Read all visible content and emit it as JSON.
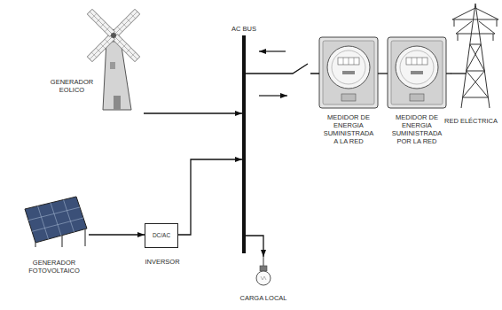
{
  "diagram": {
    "nodes": [
      {
        "text": [
          "GENERADOR EOLICO"
        ]
      },
      {
        "text": [
          "GENERADOR FOTOVOLTAICO"
        ]
      },
      {
        "text": [
          "DC/AC",
          "INVERSOR"
        ]
      },
      {
        "text": [
          "AC BUS"
        ]
      },
      {
        "text": [
          "MEDIDOR DE ENERGIA SUMINISTRADA A LA RED"
        ]
      },
      {
        "text": [
          "MEDIDOR DE ENERGIA SUMINISTRADA POR LA RED"
        ]
      },
      {
        "text": [
          "RED ELÉCTRICA"
        ]
      },
      {
        "text": [
          "CARGA LOCAL"
        ]
      }
    ],
    "edges": [
      {
        "from": 0,
        "to": 3,
        "arrow": "to"
      },
      {
        "from": 1,
        "to": 2,
        "arrow": "to"
      },
      {
        "from": 2,
        "to": 3,
        "arrow": "to"
      },
      {
        "from": 3,
        "to": 4,
        "arrow": "none"
      },
      {
        "from": 4,
        "to": 5,
        "arrow": "none"
      },
      {
        "from": 5,
        "to": 6,
        "arrow": "none"
      },
      {
        "from": 3,
        "to": 7,
        "arrow": "to"
      }
    ]
  }
}
